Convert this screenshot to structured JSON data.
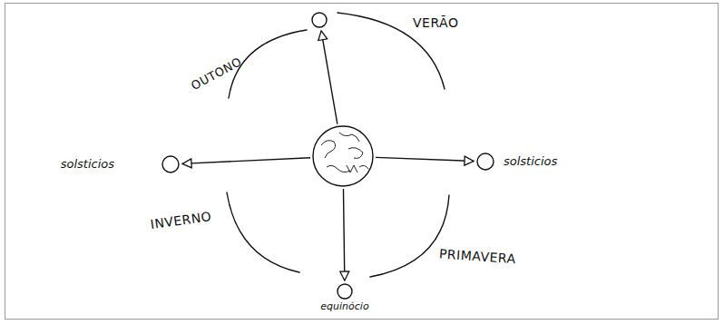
{
  "diagram": {
    "nodes": [
      {
        "text": []
      },
      {
        "text": [
          "solsticios"
        ]
      },
      {
        "text": []
      },
      {
        "text": [
          "solsticios"
        ]
      },
      {
        "text": [
          "equinócio"
        ]
      }
    ],
    "edges": [
      {
        "from": 2,
        "to": 0,
        "arrow": "to"
      },
      {
        "from": 2,
        "to": 1,
        "arrow": "to"
      },
      {
        "from": 2,
        "to": 3,
        "arrow": "to"
      },
      {
        "from": 2,
        "to": 4,
        "arrow": "to"
      }
    ],
    "labels": [
      "OUTONO",
      "VERÃO",
      "INVERNO",
      "PRIMAVERA"
    ]
  }
}
